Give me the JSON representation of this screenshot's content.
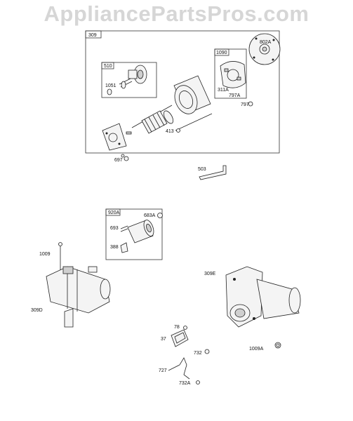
{
  "watermark": "AppliancePartsPros.com",
  "groups": {
    "g309": "309",
    "g510": "510",
    "g1090": "1090",
    "g920a": "920A"
  },
  "labels": {
    "l802a": "802A",
    "l1051": "1051",
    "l311a": "311A",
    "l797a": "797A",
    "l797": "797",
    "l413": "413",
    "l697": "697",
    "l503": "503",
    "l683a": "683A",
    "l693": "693",
    "l388": "388",
    "l1009": "1009",
    "l309d": "309D",
    "l309e": "309E",
    "l78": "78",
    "l37": "37",
    "l732": "732",
    "l727": "727",
    "l732a": "732A",
    "l1009a": "1009A"
  }
}
